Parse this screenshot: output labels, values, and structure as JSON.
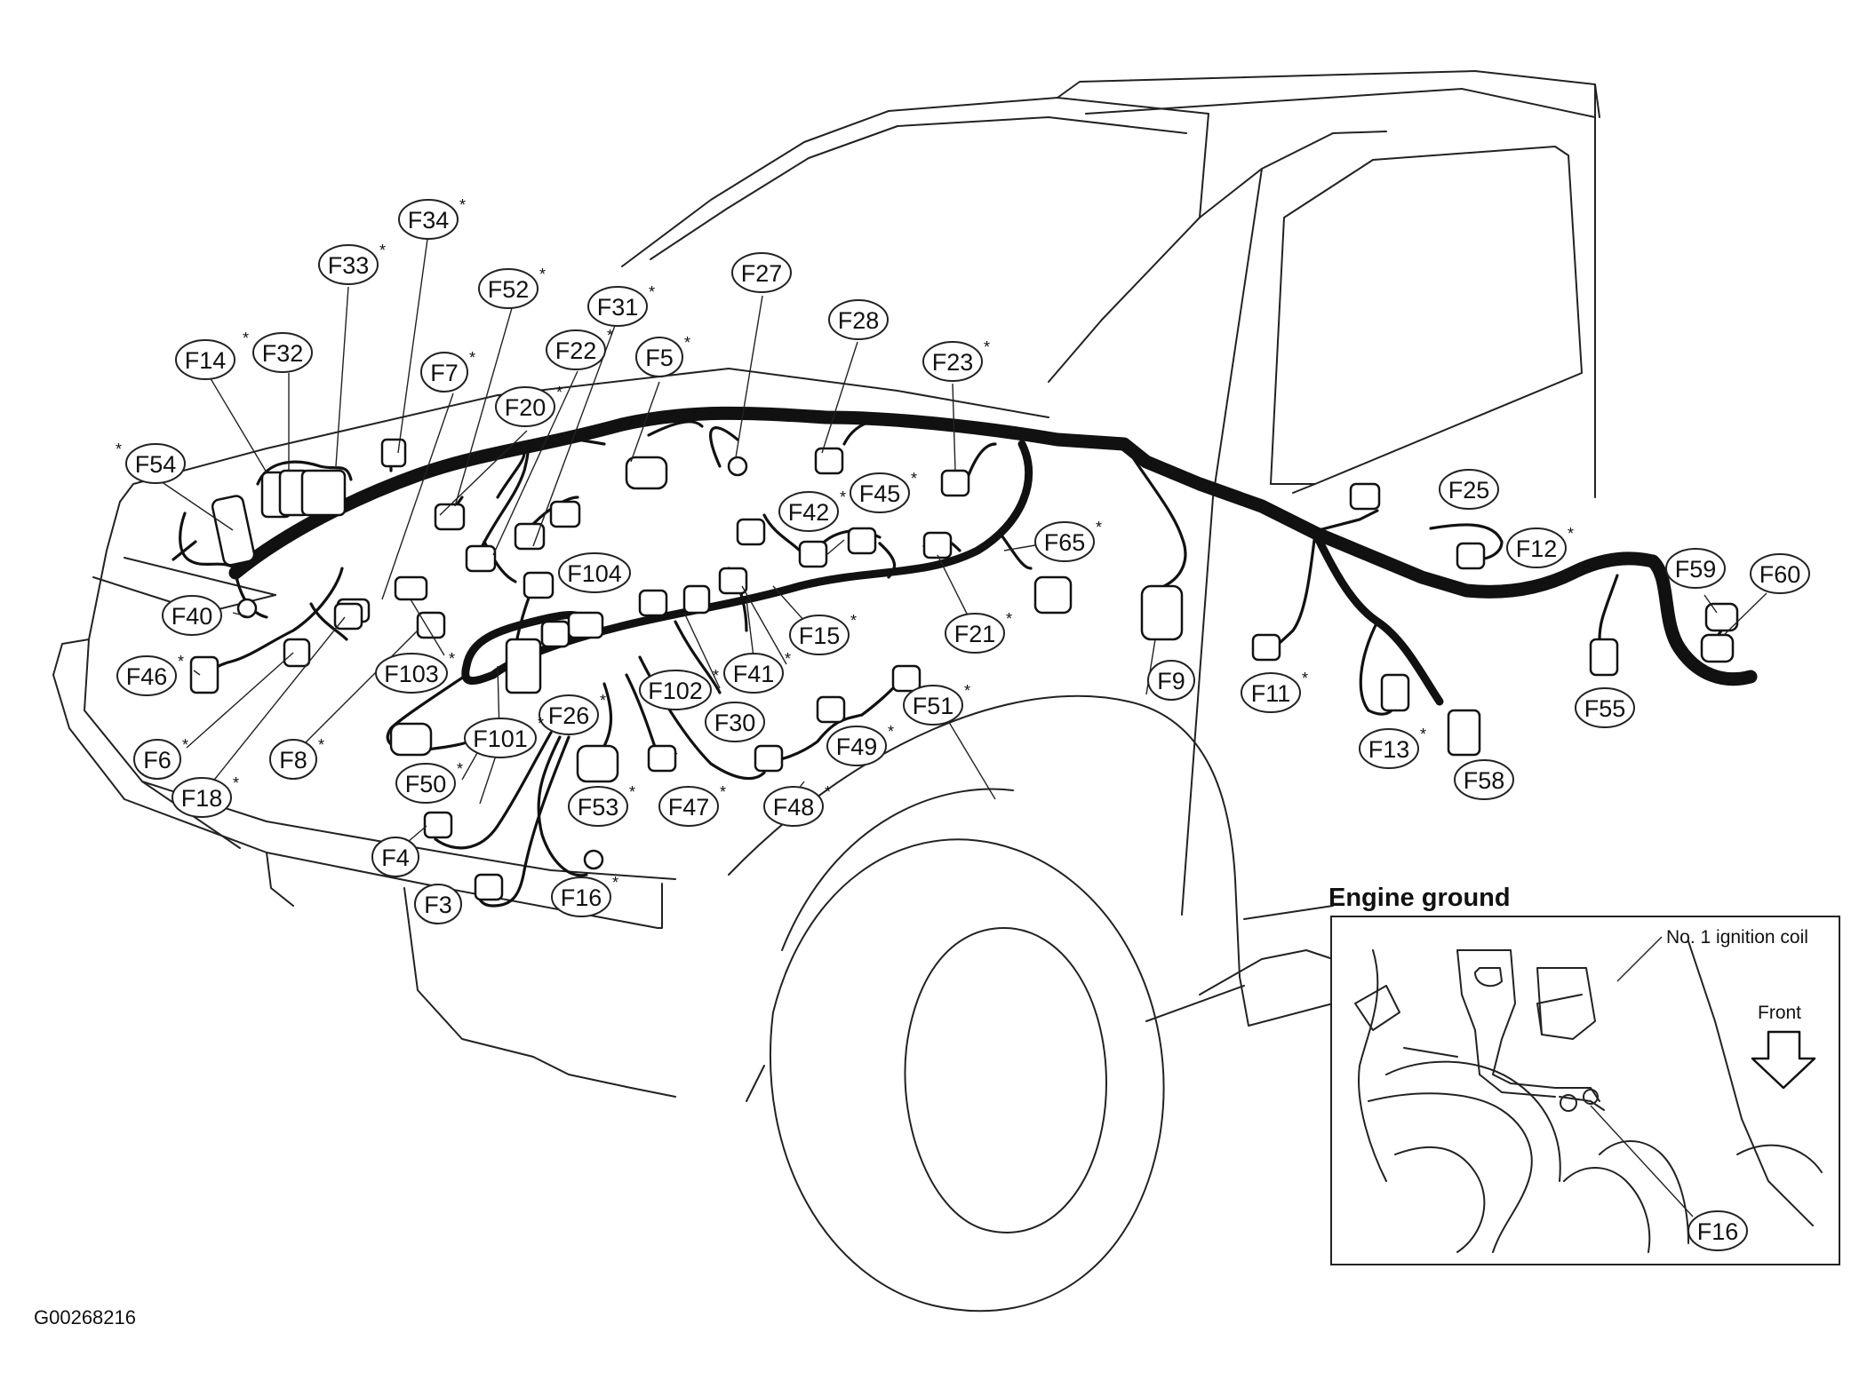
{
  "diagram": {
    "image_code": "G00268216",
    "connector_labels": [
      {
        "id": "F34",
        "star": true
      },
      {
        "id": "F33",
        "star": true
      },
      {
        "id": "F52",
        "star": true
      },
      {
        "id": "F31",
        "star": true
      },
      {
        "id": "F27",
        "star": false
      },
      {
        "id": "F22",
        "star": true
      },
      {
        "id": "F14",
        "star": false
      },
      {
        "id": "F32",
        "star": true
      },
      {
        "id": "F7",
        "star": true
      },
      {
        "id": "F5",
        "star": true
      },
      {
        "id": "F28",
        "star": false
      },
      {
        "id": "F23",
        "star": true
      },
      {
        "id": "F20",
        "star": true
      },
      {
        "id": "F54",
        "star": true
      },
      {
        "id": "F42",
        "star": true
      },
      {
        "id": "F45",
        "star": true
      },
      {
        "id": "F25",
        "star": false
      },
      {
        "id": "F65",
        "star": true
      },
      {
        "id": "F12",
        "star": true
      },
      {
        "id": "F104",
        "star": false
      },
      {
        "id": "F59",
        "star": false
      },
      {
        "id": "F60",
        "star": false
      },
      {
        "id": "F40",
        "star": false
      },
      {
        "id": "F15",
        "star": true
      },
      {
        "id": "F21",
        "star": true
      },
      {
        "id": "F46",
        "star": true
      },
      {
        "id": "F103",
        "star": true
      },
      {
        "id": "F41",
        "star": true
      },
      {
        "id": "F102",
        "star": true
      },
      {
        "id": "F9",
        "star": false
      },
      {
        "id": "F11",
        "star": true
      },
      {
        "id": "F55",
        "star": false
      },
      {
        "id": "F26",
        "star": true
      },
      {
        "id": "F51",
        "star": true
      },
      {
        "id": "F30",
        "star": false
      },
      {
        "id": "F101",
        "star": true
      },
      {
        "id": "F6",
        "star": true
      },
      {
        "id": "F8",
        "star": true
      },
      {
        "id": "F49",
        "star": true
      },
      {
        "id": "F13",
        "star": true
      },
      {
        "id": "F58",
        "star": false
      },
      {
        "id": "F50",
        "star": true
      },
      {
        "id": "F18",
        "star": true
      },
      {
        "id": "F53",
        "star": true
      },
      {
        "id": "F47",
        "star": true
      },
      {
        "id": "F48",
        "star": true
      },
      {
        "id": "F4",
        "star": false
      },
      {
        "id": "F3",
        "star": false
      },
      {
        "id": "F16",
        "star": true
      }
    ],
    "inset": {
      "title": "Engine ground",
      "part_label": "No. 1 ignition coil",
      "direction_label": "Front",
      "connector_label": "F16"
    }
  }
}
